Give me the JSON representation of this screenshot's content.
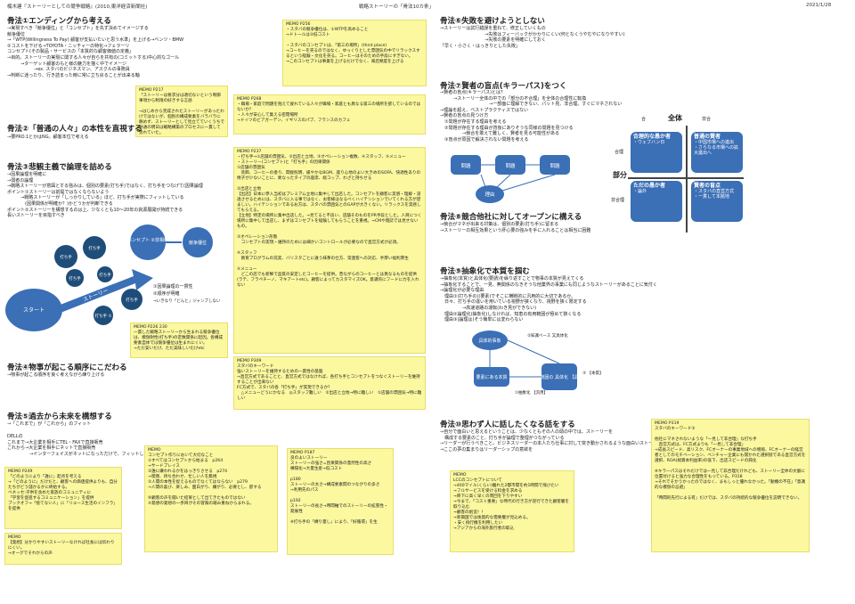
{
  "header": {
    "left": "楠木建『ストーリーとしての競争戦略』(2010,東洋経済新聞社)",
    "center": "戦略ストーリーの「骨法10カ条」",
    "date": "2021/1/28"
  },
  "c1": {
    "b1": {
      "h": "骨法①エンディングから考える",
      "lines": [
        "→実現すべき「競争優位」と「コンセプト」を先ず決めてイメージする",
        "競争優位",
        "→「WTP(Willingness To Pay) 顧客が支払いたいと思う水準」を上げる→ベンツ・BMW",
        "②コストを下げる→TOYOTA・ニッチャーの特化→フェラーリ",
        "コンセプト(その製品・サービスの「本質的な顧客価値の定義」",
        "→目的。ストーリーの実現に関する人々が自らを共有の(コミットする)中心的なゴール",
        "　　　→ターゲット顧客のもと様の魅力を描く中でイメージ",
        "　　　　　　→ex. スタバのビジネスマン、アスクルの事務員",
        "→判断に迷ったり、行き詰まった時に常に立ち戻ることが出来る軸"
      ]
    },
    "memo217": "MEMO P217\n「ストーリーは要求分は適切ないという制御事項から制限の好きする言語\n\n→はじめから完成されたストーリーがあったわけではないが、個別の構成要素をバラバラに眺めず、ストーリーとして見立てていくうちで共通の明日は戦略構築のプロセスに一貫して流れていた。",
    "b2": {
      "h": "骨法②「普通の人々」の本性を直視する",
      "lines": [
        "→要PRO.1とかはNG。顧客本位で考える"
      ]
    },
    "b3": {
      "h": "骨法③悲観主義で論理を詰める",
      "lines": [
        "→因果論理を明確に",
        "→弱者の論理",
        "→戦略ストーリーが意図とする強みは、個別の要素(打ち手)ではなく、打ち手をつなげて(因果論理",
        "ポイント①ストーリーは前提ではなくならないよう",
        "　　　→戦略ストーリーが「しっかりしている」ほど、打ち手が実際にフィットしている",
        "　　　　(因果関係が明確か？)かどうかが判断できる",
        "ポイント②ストーリーを構想するのは上、少なくとも10～20年の資源展開が持続できる",
        "長いストーリーを目指すべき"
      ]
    },
    "diagram": {
      "start": "スタート",
      "story": "ストーリー",
      "concept": "コンセプト\n②非相利",
      "advantage": "競争優位",
      "moves": [
        "打ち手",
        "打ち手",
        "打ち手",
        "打ち手",
        "打ち手",
        "打ち手\n①"
      ],
      "notes": [
        "①因果論理の一貫性",
        "②順序が明確",
        "→いきなり「どんと」ジャンプしない"
      ]
    },
    "memo226": "MEMO P226 230\n一貫した戦略ストーリーから生まれる競争優位は、模倣耐性(打ち手)の定数関係に起因。各構成要素自体では競争優位は生まれにくい。\n→ただ安いだけ、ただ美味しいだけetc",
    "b4": {
      "h": "骨法④物事が起こる順序にこだわる",
      "lines": [
        "→物事が起こる順序を良く考えながら練り上げる"
      ]
    },
    "b5": {
      "h": "骨法⑤過去から未来を構想する",
      "lines": [
        "→「これまで」が「これから」のフィット"
      ]
    },
    "dell": [
      "DELLの",
      "これまで→大企業を相手にTEL・FAXで直接販売",
      "これから→大企業を相手にネットで直接販売",
      "　　　　　→インターフェイスがネットになっただけで、フィットして"
    ],
    "memo249": "MEMO P249\n「どのようにより「誰に」起点を考える\n→「どのように」だけだと、顧客への価値提供よりも、自分たちがどう儲かるかに終始する。\nベネッセ:子供を含めた家族のコミュニティに\n「学習を促進するコミュニケーション」を提供\nブックオフ→「捨てない人」に「リユース生活のインフラ」を提供",
    "memomemo": "MEMO\n【発想】分かりやすいストーリーなければ社長には伝わりにくい。\n→オーグでそれからの声"
  },
  "c2": {
    "memo256": "MEMO P256\n・スタバの競争優位は、①WTPを高めること\n→ドトールは②低コスト\n\n・スタバのコンセプトは、「第三の場所」(third place)\n→コーヒーを売るのではなく、ゆっくりとした雰囲気の中でリラックスするという経験・文化を売る。コーヒーはそのための手段にすぎない。\n→このコンセプトは事業を上げるだけでなく、来店頻度を上げる",
    "memo268": "MEMO P268\n・職場・家庭で問題を抱えて疲れている人々が職場・家庭とも異なる第三の場所を欲しているのではないか？\n・人々が安心して集える密閉場所\n→ドイツのビアガーデン、イギリスのパブ、フランスのカフェ",
    "memo237": "MEMO P237\n・打ち手→①店舗の雰囲気、②出店と立地、③オペレーション複数、④スタッフ、⑤メニュー\n・ストーリー(コンセプト)と「打ち手」の因果関係\n①店舗の雰囲気\n　装飾、コーヒーの香り、間接照明、緩やかなBGM、座り心地のよい大きめのSOFA、快適性ありの椅子が少ないことに、異なったタイプの座席、総コップ、わざと持ちせる\n\n②出店と立地\n【出店】日本に参入当初はプレミアム立地に集中して出店した。コンセプトを顧客に実感・理解・浸透させるためには、スタバに入る事ではなく、お客様はなるべくハイテンションでいてくれる方が望ましい。ハイテンションであるお方は、スタバの雰囲気とのGAPが大きくない。リラックスを実感してもらえる。\n【立地】特定の場所に集中出店した。→見てると不良い、店舗そのものをPR手段とした。人目につく場所に集中して出店し、まずはコンセプトを経験してもらうことを重視。→CMや雑誌では見せないもの。\n\n③オペレーション形態\n　コンセプトの実現・維持のためには細かいコントロールが必要なので直営方式が必須。\n\n④スタッフ\n　教育プログラムの充実、バリスタごとに違う抹茶の仕方、常連客への対応、手厚い福利厚生\n\n⑤メニュー\n　どこの店でも新鮮で品質の安定したコーヒーを提供。昔ながらのコーヒーとは異なるものを提供(ラテ、フラペチーノ、マキアートetc)。顧客によってカスタマイズOK。意識的にフードに力を入れない",
    "memo309": "MEMO P309\nスタバのキーワード\n強いストーリーを維持するための一貫性の基盤\n→直営方式であることと、直営方式ではなければ、各打ち手とコンセプトをつなぐストーリーを維持することが出来ない\nFC方式で、スタバの各「打ち手」が実現できるか？\n　△メニューどうにかなる　◎スタッフ難しい　②出店と立地→特に難しい　①店舗の雰囲気→特に難しい",
    "memoconcept": "MEMO\nコンセプト作りにおいて大切なこと\n①すべてはコンセプトから始まる　p264\n→サードプレイス\n②誰に嫌われるかをはっきりさせる　p274\n→喫煙、待ち合わせ、忙しい人を無視\n③人間の本性を捉えるものでなくてはならない　p279\n→人間の喜び、楽しみ、面白がり、嫌がり、必要とし、欲する\n\n⑨顧客の声を聞いた結果として出てきたものではない\n⑤発想の発想の一歩目がその冒険の踏み重ねからまれる。",
    "memo187": "MEMO P187\n良のよいストーリー\nストーリーの強さ=因果関係の蓋然性の高さ\n横隔化→大量生産→低コスト\n\np180\nストーリーの太さ→構成要素間のつながりの多さ\n→利用先のパス\n\np192\nストーリーの長さ→時間軸でのストーリーの拡張性・発展性\n\n※打ち手の「縛り量し」により、「好循環」を生"
  },
  "c3": {
    "b6": {
      "h": "骨法⑥失敗を避けようとしない",
      "lines": [
        "→ストーリーは試行錯誤を重ねて、修正していくもの",
        "　　　　　　　　　　→失敗はフィーバックがかかりにくい(何となくうやむやになりやすい)",
        "　　　　　　　　　　→失敗の要素を明確にしておく",
        "「早く・小さく・はっきりとした失敗」"
      ]
    },
    "b7": {
      "h": "骨法⑦賢者の盲点(キラーパス)をつく",
      "lines": [
        "→賢者の盲点(キラーパス)とは？",
        "　　　→ストーリー全体の中での「部分の不合理」を全体の合理性に転換",
        "　　　　　　　　　　　→一部面に理解できない、パット見、非合理。すぐにマネされない",
        "→理論を超え、ベストプラクティスではない",
        "→賢者の盲点の見つけ方",
        "　①問題が存在する理由を考える",
        "　②問題が存在する理由が背後にありそうな同様の問題を見つける",
        "　　　　　→競合を敢えて難しく、賢者を見る可能性がある",
        "　③盲点が原因で解決されない問題を考える"
      ]
    },
    "flow": [
      "問題",
      "問題",
      "問題",
      "理由"
    ],
    "matrix": {
      "whole": "全体",
      "part": "部分",
      "g": "合",
      "ng": "非合",
      "gou": "合理",
      "higou": "非合理",
      "q": [
        {
          "t": "合理的な愚か者",
          "s": "・ウェブバン日"
        },
        {
          "t": "普通の賢者",
          "s": "・中国市場への進出\n・さらなる市場への拡大進出へ"
        },
        {
          "t": "ただの愚か者",
          "s": "・論外"
        },
        {
          "t": "賢者の盲点",
          "s": "・スタバの直営方式\n・一貫して本拠地"
        }
      ]
    },
    "b8": {
      "h": "骨法⑧競合他社に対してオープンに構える",
      "lines": [
        "→競合がマネが出来る対策は、個別の要素(打ち手)に留まる",
        "→ストーリーの相互効果という肝心要の強みを手に入れることは相当に困難"
      ]
    },
    "b9": {
      "h": "骨法⑨抽象化で本質を掴む",
      "lines": [
        "→抽象化(本質)と具体化(要請)を繰り返すことで物事の本質が見えてくる",
        "→抽象化することで、一見、無関係のなきそうな他業界の事業にも同じようなストーリーがあることに気付く",
        "→論理化が必要な理由",
        "　理由①(打ち手の)(要素)でそこに横断的に汎用的に大切であるか、",
        "　日々、打ち手の違いを用いている視野が狭くなり、視野を狭く限定する",
        "　　　　　→高速道路の運転(わき見ができない)",
        "　理由②論理化(抽象化)しなければ、知恵の有用範囲が極めて狭くなる",
        "　理由③(論理は)そう簡単には変わらない"
      ]
    },
    "cycle": {
      "a": "具体的事象",
      "b": "要素にある本質",
      "c": "応用範囲の\n具体化\n【具体】",
      "l1": "②知識ベース\n又具体化",
      "l2": "①抽象化\n【汎用】",
      "l3": "③\n【本質】"
    },
    "b10": {
      "h": "骨法⑩思わず人に話したくなる話をする",
      "lines": [
        "→自分で面白いと思えるということは、少なくともその人の頭の中では、ストーリーを",
        "　構成する要素のこと、打ち手が論理で整理がつながっている",
        "→リーダーが行うべきこと。ビジネスリーダーの本人たち仕事に対して突き動かされるような面白いストー",
        "→ここの夢の集まりはリーダーシップの意欲を"
      ]
    },
    "memolcc": "MEMO\nLCCのコンセプトについて\n→400マイル(くらい)離れた2都市間を約1時間で飛びたい\n→フルサービスを受ける料金を求める\n→降下に高く早くの周回を下りやすい\n→今まで、「コスト重要」な時代の行き方が逆行できた顧客層を取り込む\n→顧客の創造！！\n→新興国では後発的な需要層が見込める。\n・安く飛行機を利用したい\n→アジアからの海外旅行者の取込",
    "memo319": "MEMO P319\nスタバのキーワード②\n\n他社にマネされないような「一見して非合理」な打ち手\n　直営方式は、FC方式よりも「一見して非合理」\n→成長スピード、高リスク、FCオーナーの事業地域への増殖、FCオーナーの経営者としてのモチベーション、ベンチャー企業にも開かれた選択肢である直営方式を選択、ROA(総資本利益率)の低下、出店スピードの鈍化\n\n※キラーパスはそれだけでは一見して非合理だけれども、ストーリー全体の文脈に位置付けると強力な合理性をもっている。P318\n→それでそかうかったのではなく、まもしっと優れなかった。「動機の不在」「意識的な模倣の忌避」\n\n「時間的先行による有」だけでは、スタバの持続的な競争優位を説明できない。"
  }
}
